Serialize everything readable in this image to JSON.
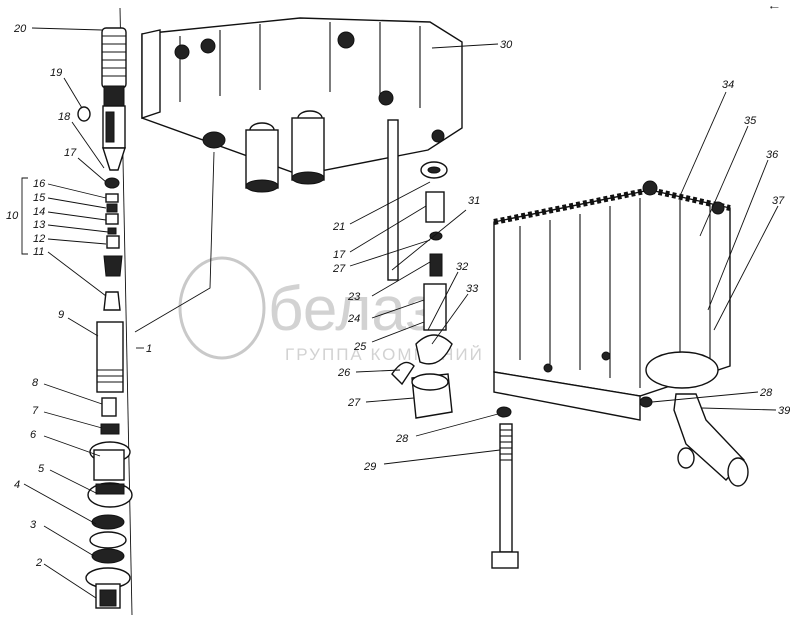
{
  "watermark": {
    "brand": "белаз",
    "tagline": "ГРУППА КОМПАНИЙ"
  },
  "corner_mark": "•─",
  "callouts": [
    {
      "id": "c20",
      "text": "20"
    },
    {
      "id": "c19",
      "text": "19"
    },
    {
      "id": "c18",
      "text": "18"
    },
    {
      "id": "c17a",
      "text": "17"
    },
    {
      "id": "c16",
      "text": "16"
    },
    {
      "id": "c15",
      "text": "15"
    },
    {
      "id": "c14",
      "text": "14"
    },
    {
      "id": "c13",
      "text": "13"
    },
    {
      "id": "c12",
      "text": "12"
    },
    {
      "id": "c11",
      "text": "11"
    },
    {
      "id": "c10",
      "text": "10"
    },
    {
      "id": "c9",
      "text": "9"
    },
    {
      "id": "c1",
      "text": "1"
    },
    {
      "id": "c8",
      "text": "8"
    },
    {
      "id": "c7",
      "text": "7"
    },
    {
      "id": "c6",
      "text": "6"
    },
    {
      "id": "c5",
      "text": "5"
    },
    {
      "id": "c4",
      "text": "4"
    },
    {
      "id": "c3",
      "text": "3"
    },
    {
      "id": "c2",
      "text": "2"
    },
    {
      "id": "c30",
      "text": "30"
    },
    {
      "id": "c21",
      "text": "21"
    },
    {
      "id": "c17b",
      "text": "17"
    },
    {
      "id": "c27a",
      "text": "27"
    },
    {
      "id": "c31",
      "text": "31"
    },
    {
      "id": "c32",
      "text": "32"
    },
    {
      "id": "c33",
      "text": "33"
    },
    {
      "id": "c23",
      "text": "23"
    },
    {
      "id": "c24",
      "text": "24"
    },
    {
      "id": "c25",
      "text": "25"
    },
    {
      "id": "c26",
      "text": "26"
    },
    {
      "id": "c27b",
      "text": "27"
    },
    {
      "id": "c28a",
      "text": "28"
    },
    {
      "id": "c29",
      "text": "29"
    },
    {
      "id": "c34",
      "text": "34"
    },
    {
      "id": "c35",
      "text": "35"
    },
    {
      "id": "c36",
      "text": "36"
    },
    {
      "id": "c37",
      "text": "37"
    },
    {
      "id": "c28b",
      "text": "28"
    },
    {
      "id": "c39",
      "text": "39"
    }
  ]
}
